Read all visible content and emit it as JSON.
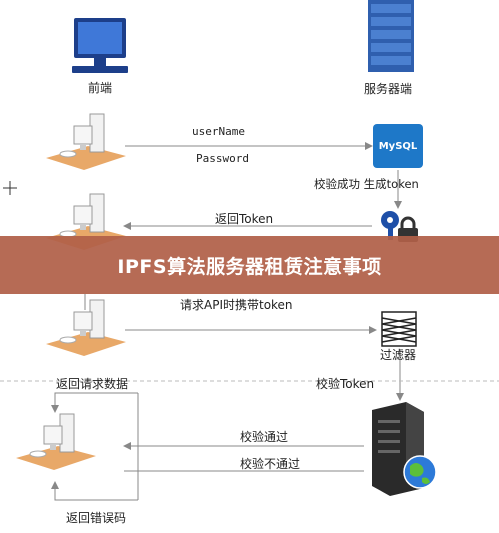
{
  "banner": {
    "title": "IPFS算法服务器租赁注意事项"
  },
  "labels": {
    "frontend": "前端",
    "server": "服务器端",
    "username": "userName",
    "password": "Password",
    "mysql": "MySQL",
    "verify_success": "校验成功 生成token",
    "return_token": "返回Token",
    "request_api": "请求API时携带token",
    "filter": "过滤器",
    "return_data": "返回请求数据",
    "verify_token": "校验Token",
    "verify_pass": "校验通过",
    "verify_fail": "校验不通过",
    "return_error": "返回错误码"
  },
  "colors": {
    "banner_bg": "#b06048",
    "arrow": "#888888",
    "desk": "#e8a868",
    "db_blue": "#1e78c8",
    "server_dark": "#2a2a2a"
  }
}
